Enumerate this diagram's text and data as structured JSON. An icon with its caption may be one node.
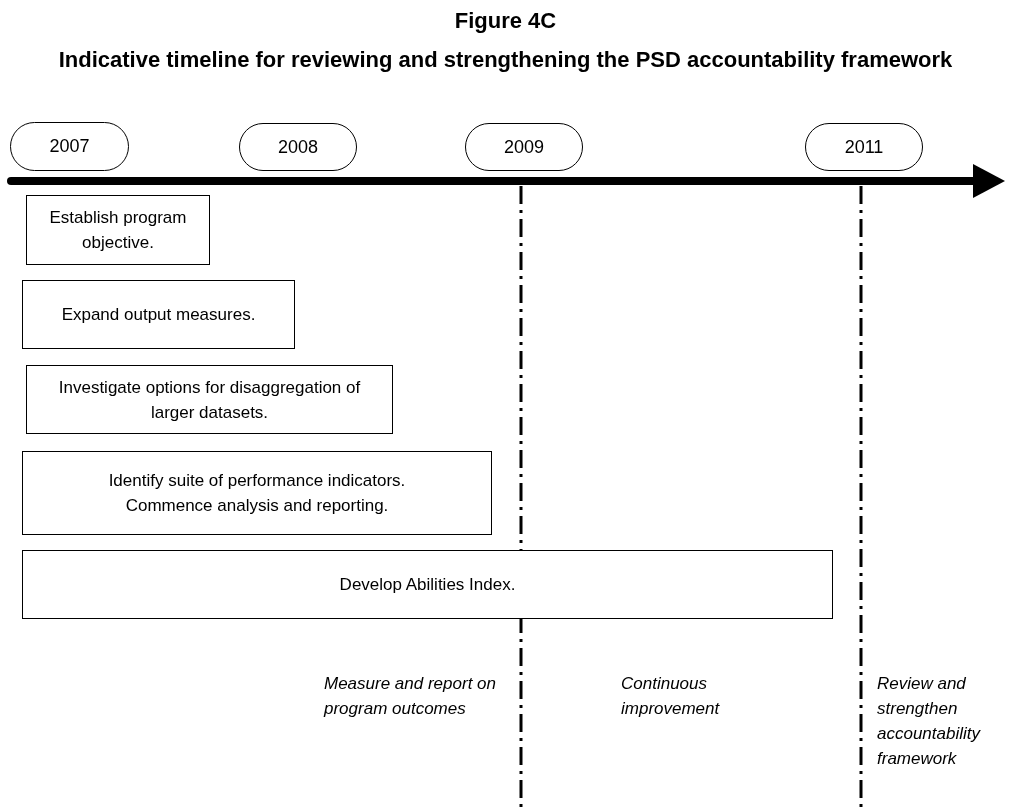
{
  "diagram": {
    "title": "Figure 4C",
    "nodes": [
      {
        "text": [
          "2007"
        ]
      },
      {
        "text": [
          "2008"
        ]
      },
      {
        "text": [
          "2009"
        ]
      },
      {
        "text": [
          "2011"
        ]
      },
      {
        "text": [
          "Establish program objective."
        ]
      },
      {
        "text": [
          "Expand output measures."
        ]
      },
      {
        "text": [
          "Investigate options for disaggregation of larger datasets."
        ]
      },
      {
        "text": [
          "Identify suite of performance indicators. Commence analysis and reporting."
        ]
      },
      {
        "text": [
          "Develop Abilities Index."
        ]
      }
    ],
    "edges": [],
    "labels": [
      "Indicative timeline for reviewing and strengthening the PSD accountability framework",
      "Measure and report on program outcomes",
      "Continuous improvement",
      "Review and strengthen accountability framework"
    ]
  }
}
